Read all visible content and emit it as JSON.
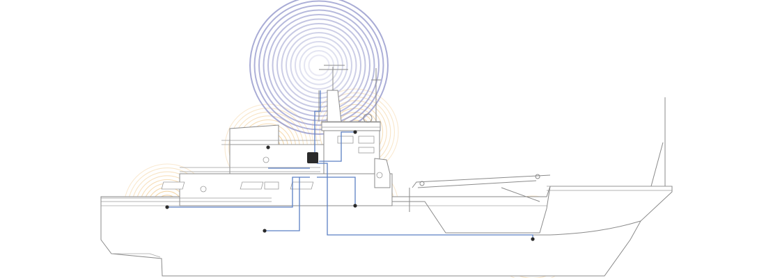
{
  "colors": {
    "hull_outline": "#8a8a8a",
    "cable": "#5b7fc4",
    "coverage_speaker": "#f2c98a",
    "coverage_radio": "#8f93c9",
    "speaker_fill": "#2a2a2a",
    "background": "#ffffff"
  },
  "diagram": {
    "subject": "ship-side-profile",
    "coverage_rings_per_speaker": 10,
    "coverage_rings_radio": 14
  }
}
